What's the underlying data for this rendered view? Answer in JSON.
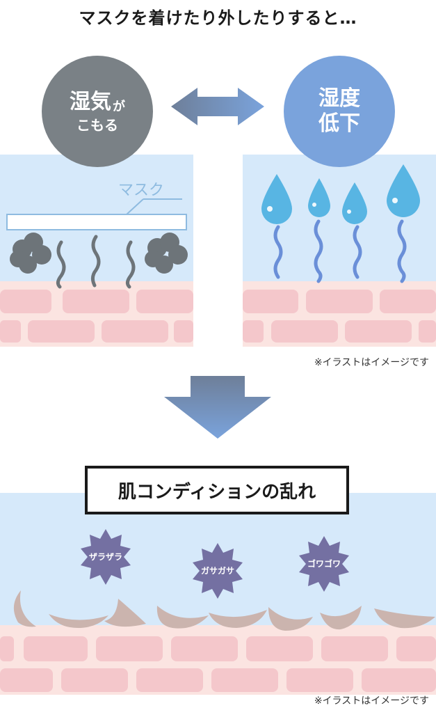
{
  "title": "マスクを着けたり外したりすると…",
  "circle_left": {
    "line1_big": "湿気",
    "line1_small": "が",
    "line2": "こもる",
    "color": "#7a8186"
  },
  "circle_right": {
    "line1": "湿度",
    "line2": "低下",
    "color": "#7aa3dc"
  },
  "mask_label": "マスク",
  "note": "※イラストはイメージです",
  "condition_label": "肌コンディションの乱れ",
  "badges": [
    "ザラザラ",
    "ガサガサ",
    "ゴワゴワ"
  ],
  "colors": {
    "sky": "#d6e9fa",
    "skin_pink": "#f4c7cb",
    "skin_light": "#fbe4e1",
    "badge": "#7470a2",
    "drop": "#58b5e3",
    "wave_blue": "#6a8fd8",
    "wave_gray": "#6d7479"
  }
}
